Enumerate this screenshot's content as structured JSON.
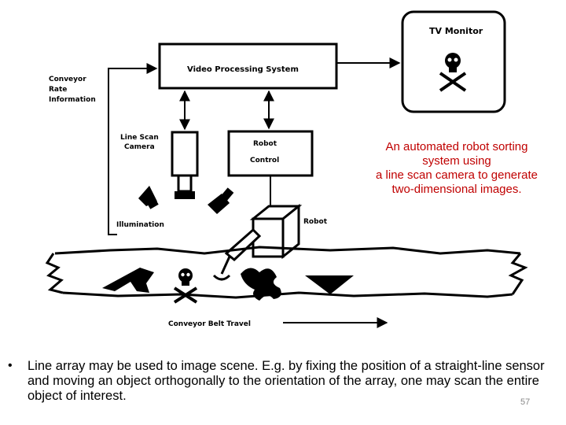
{
  "diagram": {
    "labels": {
      "tv_monitor": "TV Monitor",
      "video_processing": "Video Processing System",
      "conveyor_rate_1": "Conveyor",
      "conveyor_rate_2": "Rate",
      "conveyor_rate_3": "Information",
      "line_scan_1": "Line Scan",
      "line_scan_2": "Camera",
      "robot_control_1": "Robot",
      "robot_control_2": "Control",
      "robot": "Robot",
      "illumination": "Illumination",
      "conveyor_belt_travel": "Conveyor Belt Travel"
    }
  },
  "caption": {
    "line1": "An automated robot sorting",
    "line2": "system using",
    "line3": "a line scan camera to generate",
    "line4": "two-dimensional images."
  },
  "bullet": {
    "symbol": "•",
    "text": "Line array may be used to image scene. E.g. by fixing the position of a straight-line sensor and moving an object orthogonally to the orientation of the array, one may scan the entire object of interest."
  },
  "page_number": "57",
  "colors": {
    "caption": "#c00000",
    "ink": "#000000",
    "page_number": "#888888"
  }
}
